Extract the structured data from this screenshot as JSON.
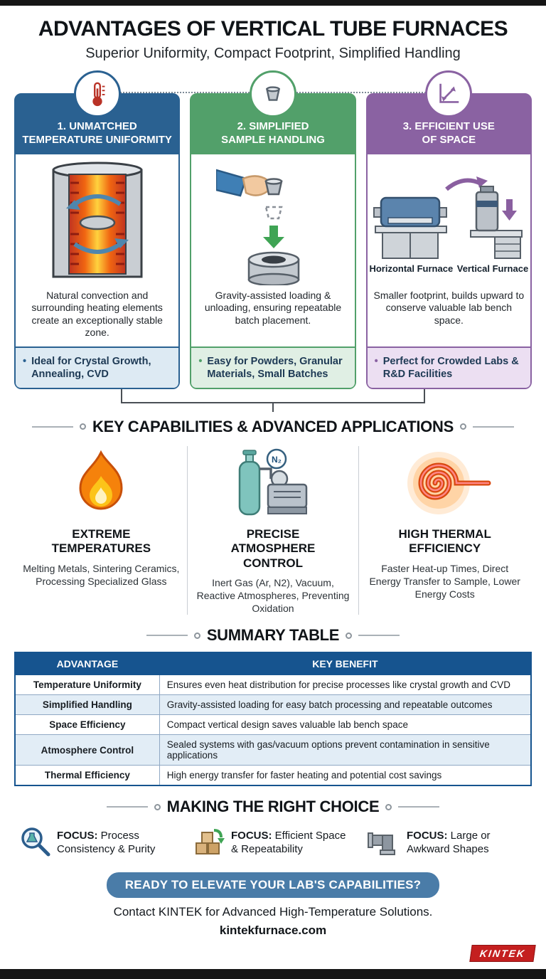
{
  "header": {
    "title": "ADVANTAGES OF VERTICAL TUBE FURNACES",
    "subtitle": "Superior Uniformity, Compact Footprint, Simplified Handling"
  },
  "cards": [
    {
      "title": "1. UNMATCHED\nTEMPERATURE UNIFORMITY",
      "body": "Natural convection and surrounding heating elements create an exceptionally stable zone.",
      "bullet": "Ideal for Crystal Growth, Annealing, CVD",
      "accent": "#2a6191",
      "tint": "#ddeaf3"
    },
    {
      "title": "2. SIMPLIFIED\nSAMPLE HANDLING",
      "body": "Gravity-assisted loading & unloading, ensuring repeatable batch placement.",
      "bullet": "Easy for Powders, Granular Materials, Small Batches",
      "accent": "#52a06a",
      "tint": "#e0efe4"
    },
    {
      "title": "3. EFFICIENT USE\nOF SPACE",
      "body": "Smaller footprint, builds upward to conserve valuable lab bench space.",
      "bullet": "Perfect for Crowded Labs & R&D Facilities",
      "accent": "#8a62a2",
      "tint": "#ecdff2",
      "labels": {
        "left": "Horizontal Furnace",
        "right": "Vertical Furnace"
      }
    }
  ],
  "capabilities": {
    "title": "KEY CAPABILITIES & ADVANCED APPLICATIONS",
    "items": [
      {
        "icon": "flame-icon",
        "title": "EXTREME\nTEMPERATURES",
        "desc": "Melting Metals, Sintering Ceramics, Processing Specialized Glass"
      },
      {
        "icon": "gas-cylinder-pump-icon",
        "badge": "N₂",
        "title": "PRECISE\nATMOSPHERE\nCONTROL",
        "desc": "Inert Gas (Ar, N2), Vacuum, Reactive Atmospheres, Preventing Oxidation"
      },
      {
        "icon": "heating-coil-icon",
        "title": "HIGH THERMAL\nEFFICIENCY",
        "desc": "Faster Heat-up Times, Direct Energy Transfer to Sample, Lower Energy Costs"
      }
    ]
  },
  "summary_table": {
    "title": "SUMMARY TABLE",
    "headers": [
      "ADVANTAGE",
      "KEY BENEFIT"
    ],
    "rows": [
      [
        "Temperature Uniformity",
        "Ensures even heat distribution for precise processes like crystal growth and CVD"
      ],
      [
        "Simplified Handling",
        "Gravity-assisted loading for easy batch processing and repeatable outcomes"
      ],
      [
        "Space Efficiency",
        "Compact vertical design saves valuable lab bench space"
      ],
      [
        "Atmosphere Control",
        "Sealed systems with gas/vacuum options prevent contamination in sensitive applications"
      ],
      [
        "Thermal Efficiency",
        "High energy transfer for faster heating and potential cost savings"
      ]
    ]
  },
  "choice": {
    "title": "MAKING THE RIGHT CHOICE",
    "items": [
      {
        "icon": "magnifier-flask-icon",
        "label": "FOCUS:",
        "text": " Process Consistency & Purity"
      },
      {
        "icon": "boxes-arrow-icon",
        "label": "FOCUS:",
        "text": " Efficient Space & Repeatability"
      },
      {
        "icon": "pipe-icon",
        "label": "FOCUS:",
        "text": " Large or Awkward Shapes"
      }
    ]
  },
  "footer": {
    "banner": "READY TO ELEVATE YOUR LAB'S CAPABILITIES?",
    "contact": "Contact KINTEK for Advanced High-Temperature Solutions.",
    "website": "kintekfurnace.com",
    "logo": "KINTEK"
  }
}
